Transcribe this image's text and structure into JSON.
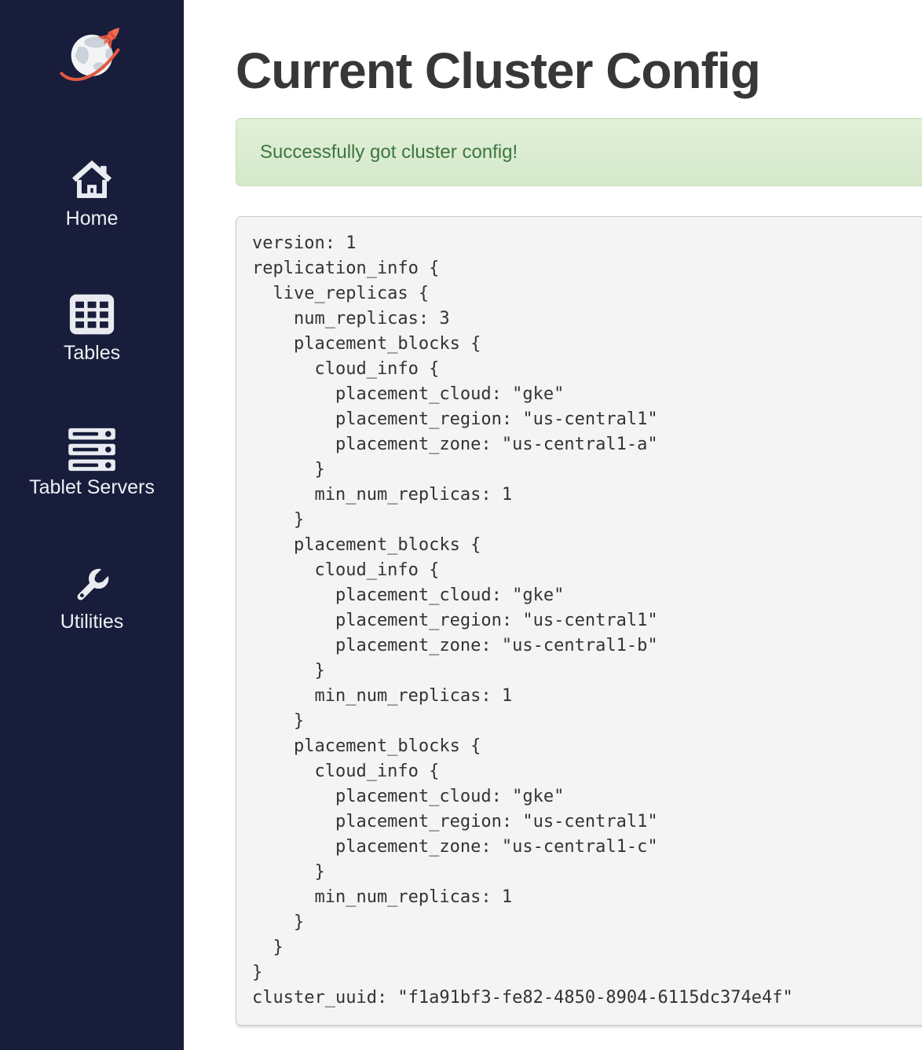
{
  "sidebar": {
    "logo_alt": "YugabyteDB globe-and-rocket logo",
    "items": [
      {
        "label": "Home",
        "icon": "home-icon"
      },
      {
        "label": "Tables",
        "icon": "tables-icon"
      },
      {
        "label": "Tablet Servers",
        "icon": "tablet-servers-icon"
      },
      {
        "label": "Utilities",
        "icon": "utilities-icon"
      }
    ]
  },
  "main": {
    "title": "Current Cluster Config",
    "alert": {
      "type": "success",
      "message": "Successfully got cluster config!"
    },
    "config_lines": [
      "version: 1",
      "replication_info {",
      "  live_replicas {",
      "    num_replicas: 3",
      "    placement_blocks {",
      "      cloud_info {",
      "        placement_cloud: \"gke\"",
      "        placement_region: \"us-central1\"",
      "        placement_zone: \"us-central1-a\"",
      "      }",
      "      min_num_replicas: 1",
      "    }",
      "    placement_blocks {",
      "      cloud_info {",
      "        placement_cloud: \"gke\"",
      "        placement_region: \"us-central1\"",
      "        placement_zone: \"us-central1-b\"",
      "      }",
      "      min_num_replicas: 1",
      "    }",
      "    placement_blocks {",
      "      cloud_info {",
      "        placement_cloud: \"gke\"",
      "        placement_region: \"us-central1\"",
      "        placement_zone: \"us-central1-c\"",
      "      }",
      "      min_num_replicas: 1",
      "    }",
      "  }",
      "}",
      "cluster_uuid: \"f1a91bf3-fe82-4850-8904-6115dc374e4f\""
    ]
  },
  "colors": {
    "sidebar_bg": "#181d3b",
    "accent_orange": "#ee6a4f",
    "accent_orange_dark": "#d9503a",
    "alert_bg": "#dff0d8",
    "alert_text": "#3c763d",
    "pre_bg": "#f4f4f4",
    "title_text": "#373737"
  }
}
